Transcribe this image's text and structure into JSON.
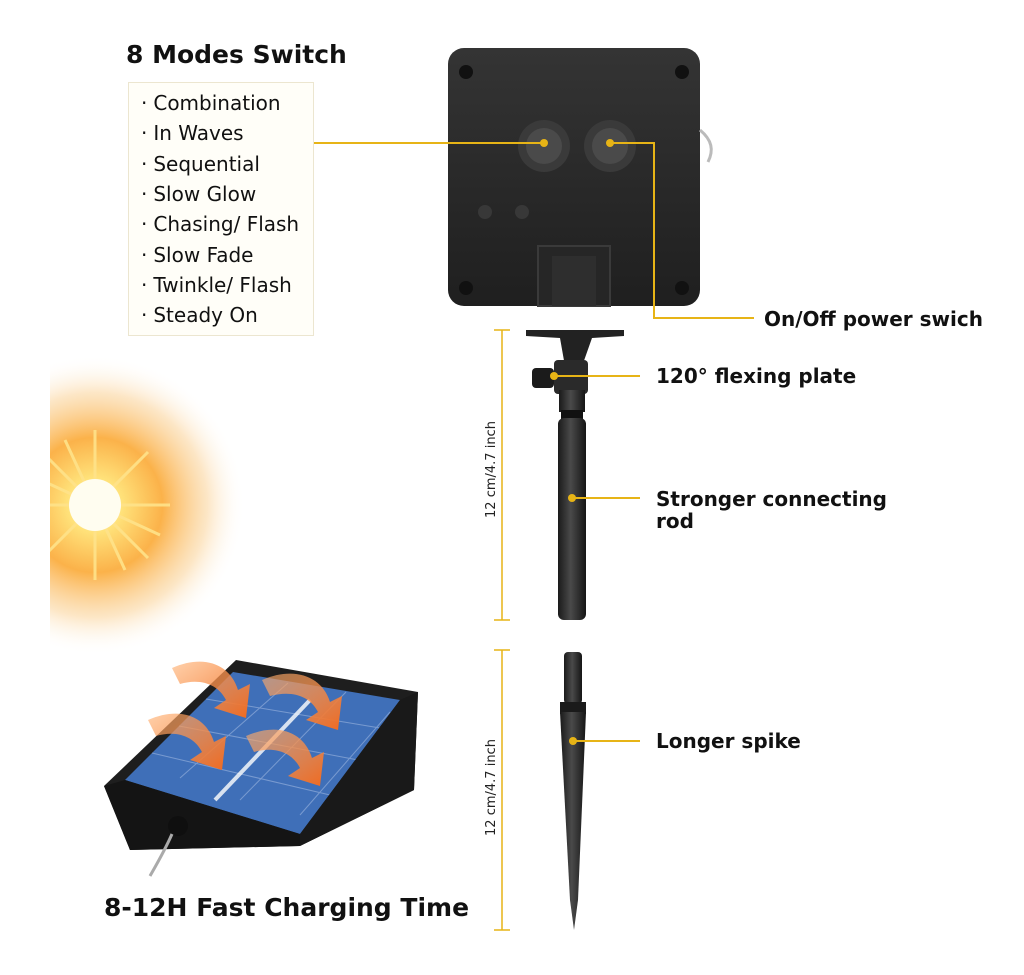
{
  "modes": {
    "title": "8 Modes Switch",
    "items": [
      "Combination",
      "In Waves",
      "Sequential",
      "Slow Glow",
      "Chasing/ Flash",
      "Slow Fade",
      "Twinkle/ Flash",
      "Steady On"
    ]
  },
  "labels": {
    "power_switch": "On/Off power swich",
    "flexing_plate": "120° flexing plate",
    "connecting_rod_line1": "Stronger connecting",
    "connecting_rod_line2": "rod",
    "spike": "Longer spike",
    "charging": "8-12H Fast Charging Time"
  },
  "dimensions": {
    "rod_length": "12 cm/4.7 inch",
    "spike_length": "12 cm/4.7 inch"
  },
  "colors": {
    "leader_line": "#e7b416",
    "device_body": "#2b2b2b",
    "solar_cell": "#3f6fb8",
    "sun_core": "#ffd84a",
    "sun_glow": "#f7a53a",
    "arrow": "#f08a3a"
  }
}
